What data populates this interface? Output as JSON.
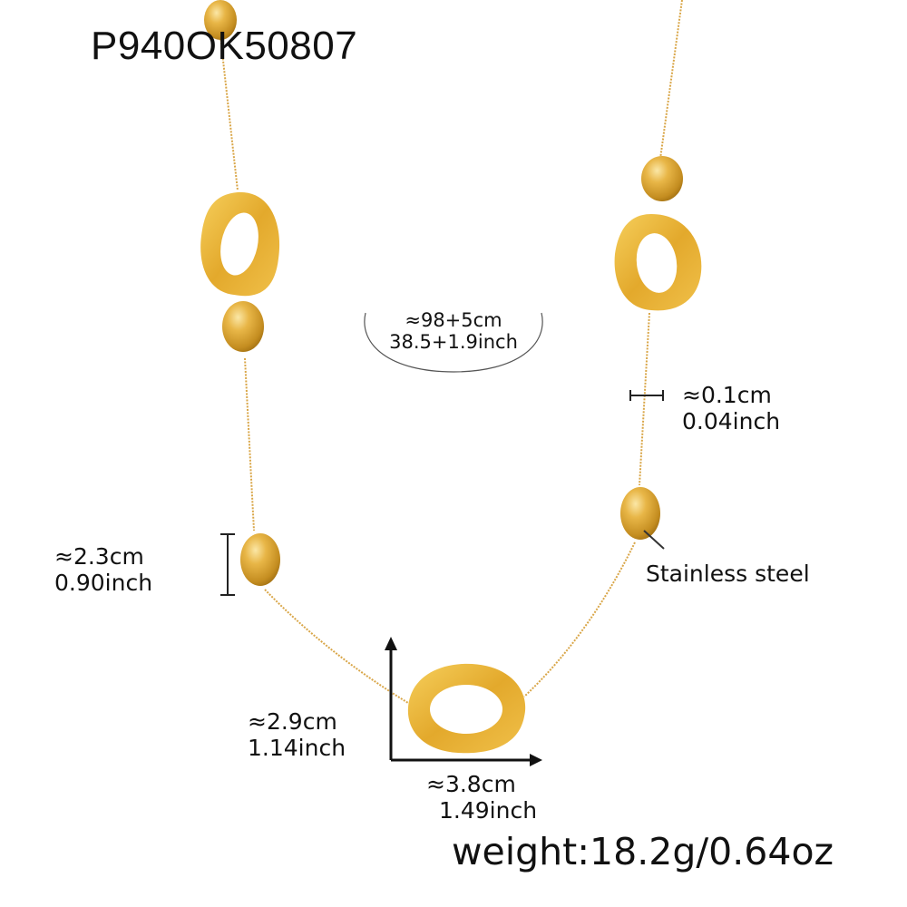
{
  "product": {
    "sku": "P940OK50807",
    "weight": "weight:18.2g/0.64oz",
    "material_label": "Stainless steel"
  },
  "measurements": {
    "length": {
      "cm": "≈98+5cm",
      "inch": "38.5+1.9inch"
    },
    "chain_thickness": {
      "cm": "≈0.1cm",
      "inch": "0.04inch"
    },
    "bead_height": {
      "cm": "≈2.3cm",
      "inch": "0.90inch"
    },
    "pendant_height": {
      "cm": "≈2.9cm",
      "inch": "1.14inch"
    },
    "pendant_width": {
      "cm": "≈3.8cm",
      "inch": "1.49inch"
    }
  },
  "colors": {
    "gold_light": "#f3c24a",
    "gold_mid": "#dba22a",
    "gold_dark": "#b97d12",
    "chain": "#d9a648",
    "text": "#111111",
    "background": "#ffffff"
  }
}
